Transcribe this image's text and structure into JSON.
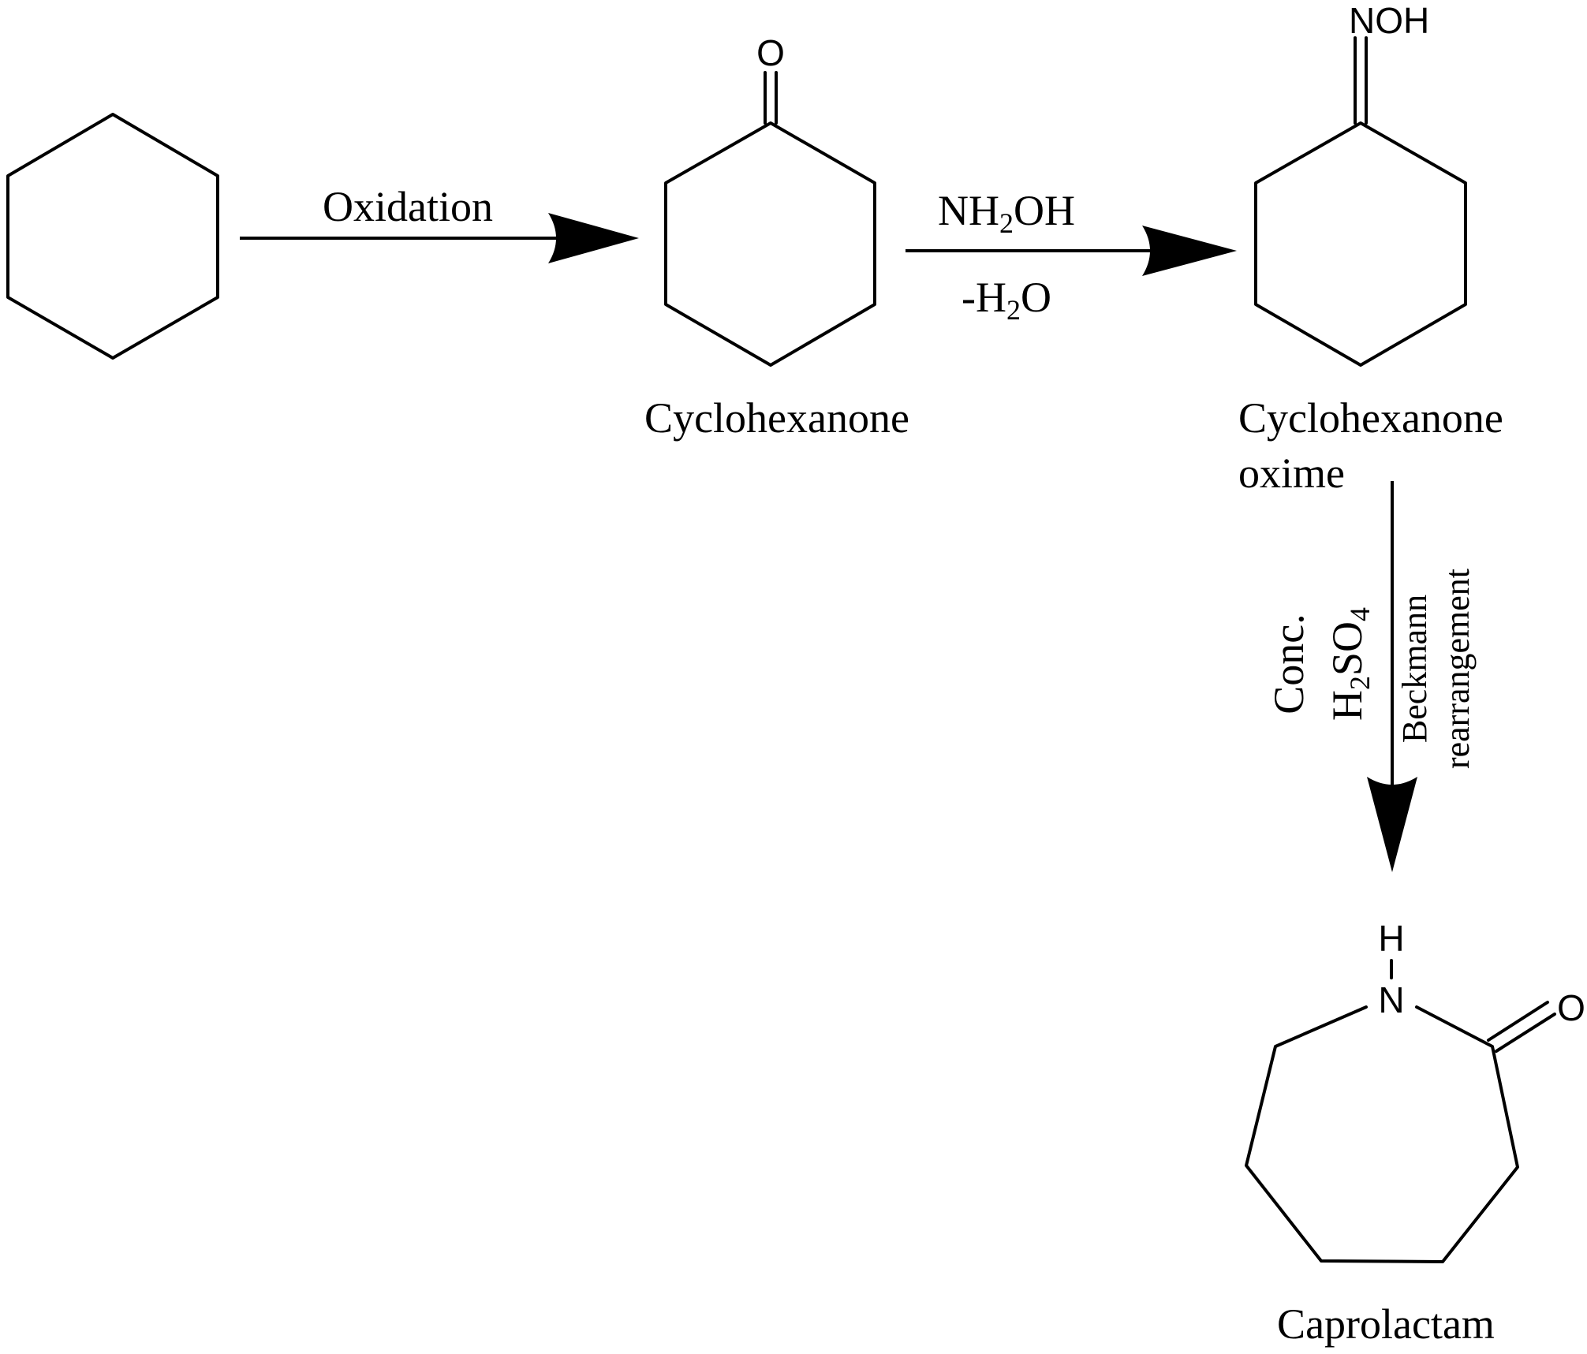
{
  "compounds": {
    "cyclohexanone": {
      "name": "Cyclohexanone",
      "oxygen": "O"
    },
    "oxime": {
      "name_line1": "Cyclohexanone",
      "name_line2": "oxime",
      "group": "NOH"
    },
    "caprolactam": {
      "name": "Caprolactam",
      "hydrogen": "H",
      "nitrogen": "N",
      "oxygen": "O"
    }
  },
  "steps": {
    "step1": {
      "reagent": "Oxidation"
    },
    "step2": {
      "reagent": {
        "pre": "NH",
        "sub": "2",
        "post": "OH"
      },
      "condition": {
        "pre": "-H",
        "sub": "2",
        "post": "O"
      }
    },
    "step3": {
      "reagent_line1": "Conc.",
      "reagent_line2": {
        "pre": "H",
        "sub1": "2",
        "mid": "SO",
        "sub2": "4"
      },
      "name_line1": "Beckmann",
      "name_line2": "rearrangement"
    }
  }
}
